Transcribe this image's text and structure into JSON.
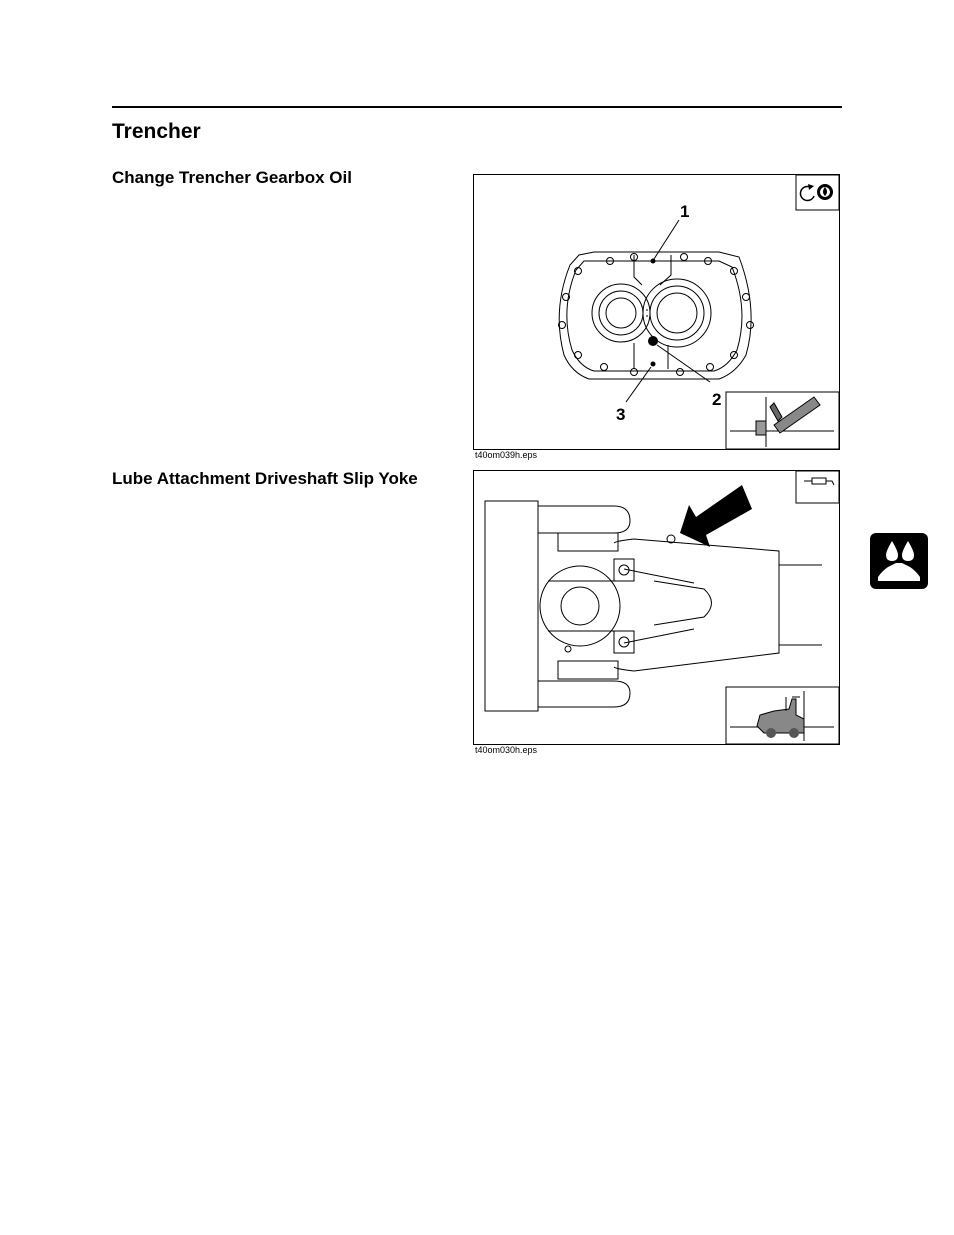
{
  "section": {
    "title": "Trencher"
  },
  "procedures": [
    {
      "heading": "Change Trencher Gearbox Oil",
      "figure": {
        "caption": "t40om039h.eps",
        "callouts": [
          "1",
          "2",
          "3"
        ],
        "icons": [
          "change-oil-icon",
          "trencher-attachment-icon"
        ]
      }
    },
    {
      "heading": "Lube Attachment Driveshaft Slip Yoke",
      "figure": {
        "caption": "t40om030h.eps",
        "icons": [
          "grease-gun-icon",
          "tractor-location-icon"
        ]
      }
    }
  ],
  "tab": {
    "icon": "fluids-maintenance-icon"
  }
}
